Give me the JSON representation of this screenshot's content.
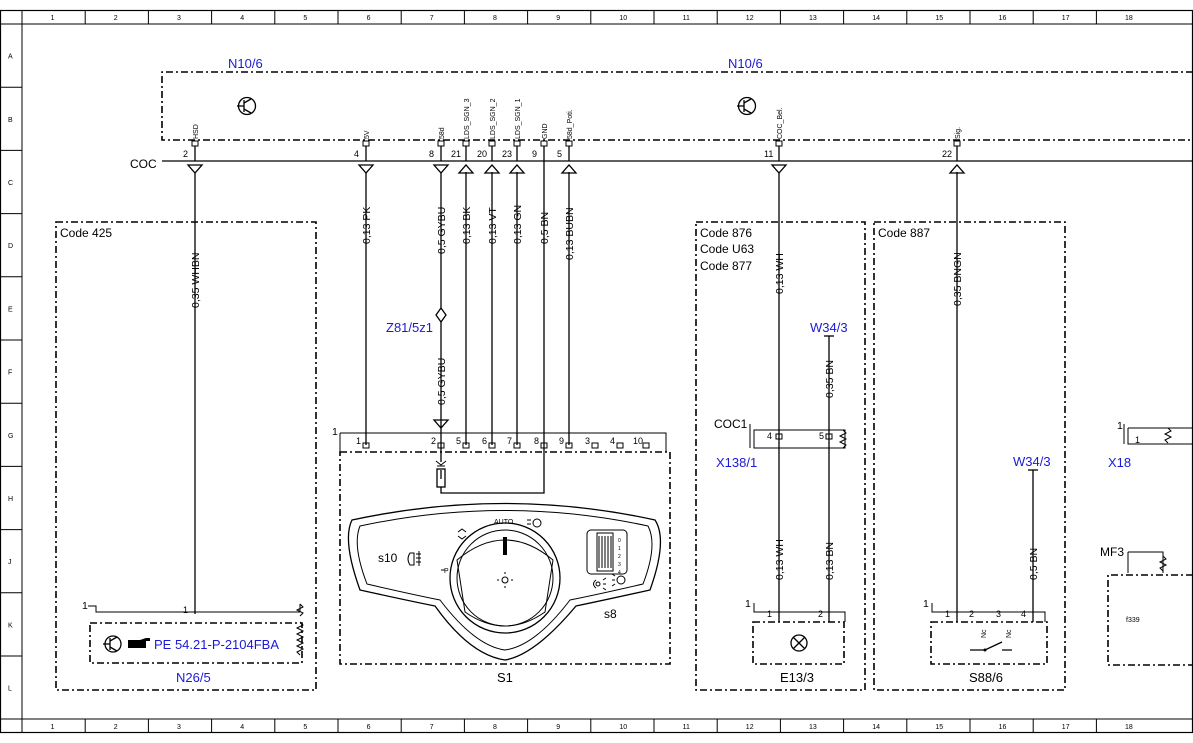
{
  "columns": [
    "1",
    "2",
    "3",
    "4",
    "5",
    "6",
    "7",
    "8",
    "9",
    "10",
    "11",
    "12",
    "13",
    "14",
    "15",
    "16",
    "17",
    "18"
  ],
  "rows": [
    "A",
    "B",
    "C",
    "D",
    "E",
    "F",
    "G",
    "H",
    "J",
    "K",
    "L"
  ],
  "bus": {
    "name": "COC",
    "module_left": "N10/6",
    "module_right": "N10/6",
    "pins": [
      {
        "num": "2",
        "sig": "HSD"
      },
      {
        "num": "4",
        "sig": "5V"
      },
      {
        "num": "8",
        "sig": "58d"
      },
      {
        "num": "21",
        "sig": "LDS_SGN_3"
      },
      {
        "num": "20",
        "sig": "LDS_SGN_2"
      },
      {
        "num": "23",
        "sig": "LDS_SGN_1"
      },
      {
        "num": "9",
        "sig": "GND"
      },
      {
        "num": "5",
        "sig": "58d_Poti."
      },
      {
        "num": "11",
        "sig": "COC_Bel."
      },
      {
        "num": "22",
        "sig": "Sig."
      }
    ]
  },
  "wires": {
    "w1": "0,35 WHBN",
    "w2": "0,13 PK",
    "w3a": "0,5 GYBU",
    "w3b": "0,5 GYBU",
    "w4": "0,13 BK",
    "w5": "0,13 VT",
    "w6": "0,13 GN",
    "w7": "0,5 BN",
    "w8": "0,13 BUBN",
    "w9a": "0,13 WH",
    "w9b": "0,13 WH",
    "w10a": "0,35 BN",
    "w10b": "0,13 BN",
    "w11": "0,35 BNGN",
    "w12": "0,5 BN"
  },
  "codes": {
    "c425": "Code 425",
    "c876": "Code 876",
    "cU63": "Code U63",
    "c877": "Code 877",
    "c887": "Code 887"
  },
  "components": {
    "N26_5": {
      "name": "N26/5",
      "ref": "PE 54.21-P-2104FBA",
      "pin": "1",
      "conn": "1"
    },
    "Z81": {
      "name": "Z81/5z1"
    },
    "S1": {
      "name": "S1",
      "conn": "1",
      "pins": [
        "1",
        "2",
        "5",
        "6",
        "7",
        "8",
        "9",
        "3",
        "4",
        "10"
      ],
      "auto": "AUTO",
      "s10": "s10",
      "s8": "s8",
      "dial": [
        "0",
        "1",
        "2",
        "3",
        "4"
      ]
    },
    "X138_1": {
      "name": "X138/1",
      "label": "COC1",
      "pin_a": "4",
      "pin_b": "5"
    },
    "W34_3_top": {
      "name": "W34/3"
    },
    "W34_3_bottom": {
      "name": "W34/3"
    },
    "E13_3": {
      "name": "E13/3",
      "conn": "1",
      "pin_a": "1",
      "pin_b": "2"
    },
    "S88_6": {
      "name": "S88/6",
      "conn": "1",
      "pins": [
        "1",
        "2",
        "3",
        "4"
      ],
      "nc_a": "Nc",
      "nc_b": "Nc"
    },
    "X18": {
      "name": "X18",
      "pin": "1",
      "conn": "1"
    },
    "MF3": {
      "name": "MF3",
      "text": "f339"
    }
  },
  "colors": {
    "link_blue": "#1a1ad6",
    "line": "#000000"
  }
}
